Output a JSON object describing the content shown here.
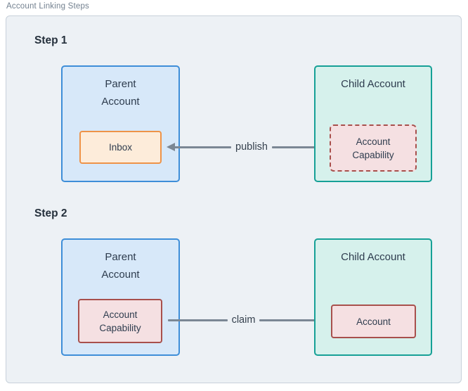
{
  "title": "Account Linking Steps",
  "colors": {
    "canvas_bg": "#ffffff",
    "panel_bg": "#edf1f5",
    "panel_border": "#c8d1da",
    "title_text": "#72808f",
    "heading_text": "#25303c",
    "box_text": "#2e3c4e",
    "parent_fill": "#d7e8f9",
    "parent_border": "#3e8ed8",
    "child_fill": "#d6f1ec",
    "child_border": "#16a096",
    "inbox_fill": "#fdecda",
    "inbox_border": "#ee9348",
    "capability_fill": "#f5e0e2",
    "capability_border": "#a8504c",
    "arrow": "#7b8794"
  },
  "steps": [
    {
      "label": "Step 1",
      "parent": {
        "title": "Parent Account",
        "inner": "Inbox"
      },
      "child": {
        "title": "Child Account",
        "inner": "Account Capability",
        "inner_border_style": "dashed"
      },
      "arrow": {
        "label": "publish",
        "direction": "right-to-left"
      }
    },
    {
      "label": "Step 2",
      "parent": {
        "title": "Parent Account",
        "inner": "Account Capability"
      },
      "child": {
        "title": "Child Account",
        "inner": "Account"
      },
      "arrow": {
        "label": "claim",
        "direction": "left-to-right"
      }
    }
  ]
}
